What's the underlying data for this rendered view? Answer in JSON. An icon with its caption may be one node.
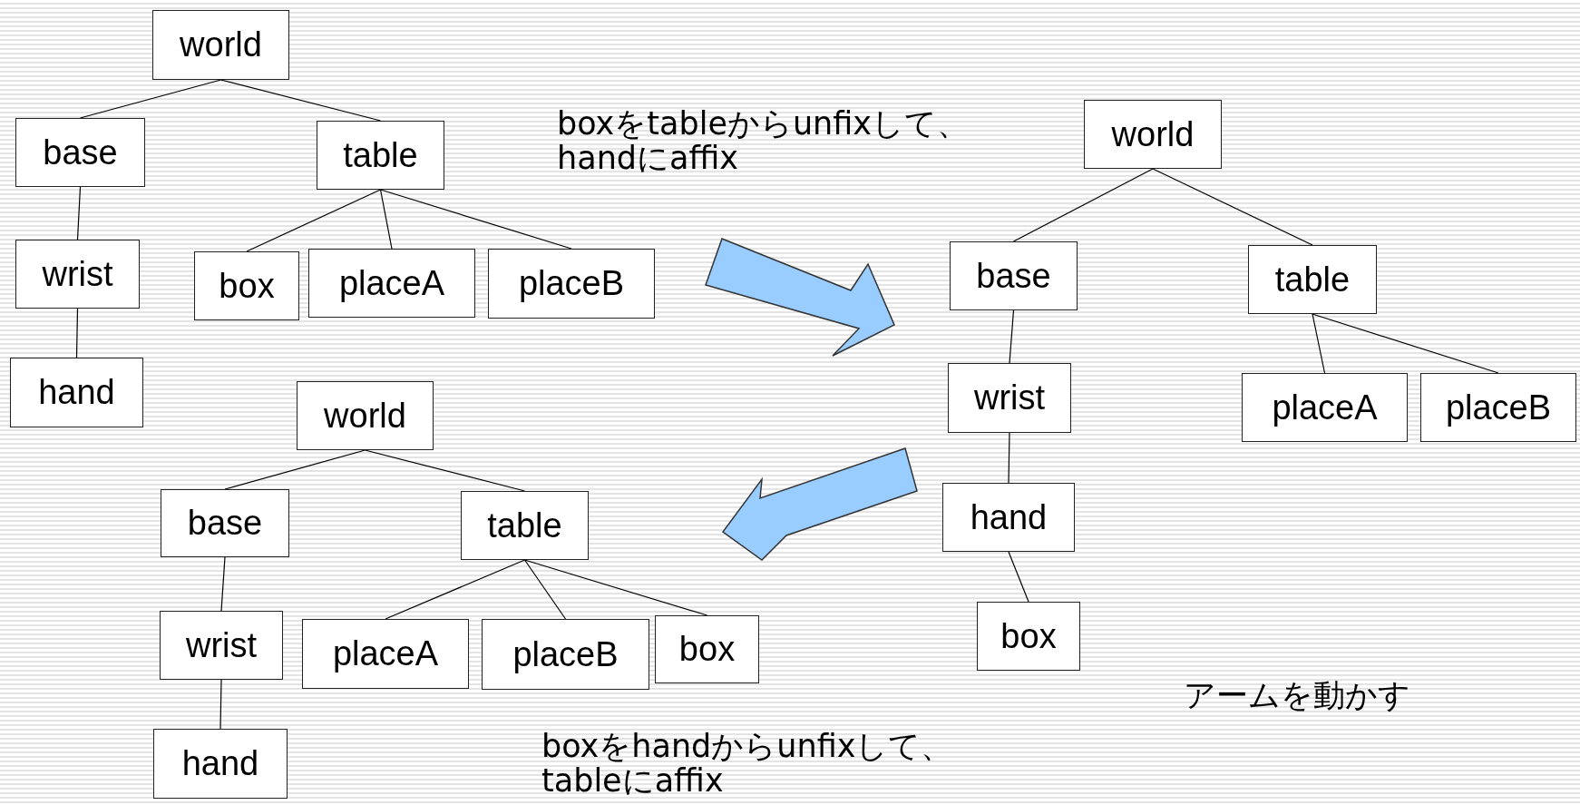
{
  "diagram": {
    "nodes": [
      {
        "text": [
          "world"
        ]
      },
      {
        "text": [
          "base"
        ]
      },
      {
        "text": [
          "table"
        ]
      },
      {
        "text": [
          "wrist"
        ]
      },
      {
        "text": [
          "box"
        ]
      },
      {
        "text": [
          "placeA"
        ]
      },
      {
        "text": [
          "placeB"
        ]
      },
      {
        "text": [
          "hand"
        ]
      },
      {
        "text": [
          "world"
        ]
      },
      {
        "text": [
          "base"
        ]
      },
      {
        "text": [
          "table"
        ]
      },
      {
        "text": [
          "wrist"
        ]
      },
      {
        "text": [
          "placeA"
        ]
      },
      {
        "text": [
          "placeB"
        ]
      },
      {
        "text": [
          "hand"
        ]
      },
      {
        "text": [
          "box"
        ]
      },
      {
        "text": [
          "world"
        ]
      },
      {
        "text": [
          "base"
        ]
      },
      {
        "text": [
          "table"
        ]
      },
      {
        "text": [
          "wrist"
        ]
      },
      {
        "text": [
          "placeA"
        ]
      },
      {
        "text": [
          "placeB"
        ]
      },
      {
        "text": [
          "box"
        ]
      },
      {
        "text": [
          "hand"
        ]
      }
    ],
    "edges": [
      {
        "from": 0,
        "to": 1,
        "arrow": "none"
      },
      {
        "from": 0,
        "to": 2,
        "arrow": "none"
      },
      {
        "from": 1,
        "to": 3,
        "arrow": "none"
      },
      {
        "from": 3,
        "to": 7,
        "arrow": "none"
      },
      {
        "from": 2,
        "to": 4,
        "arrow": "none"
      },
      {
        "from": 2,
        "to": 5,
        "arrow": "none"
      },
      {
        "from": 2,
        "to": 6,
        "arrow": "none"
      },
      {
        "from": 8,
        "to": 9,
        "arrow": "none"
      },
      {
        "from": 8,
        "to": 10,
        "arrow": "none"
      },
      {
        "from": 9,
        "to": 11,
        "arrow": "none"
      },
      {
        "from": 11,
        "to": 14,
        "arrow": "none"
      },
      {
        "from": 14,
        "to": 15,
        "arrow": "none"
      },
      {
        "from": 10,
        "to": 12,
        "arrow": "none"
      },
      {
        "from": 10,
        "to": 13,
        "arrow": "none"
      },
      {
        "from": 16,
        "to": 17,
        "arrow": "none"
      },
      {
        "from": 16,
        "to": 18,
        "arrow": "none"
      },
      {
        "from": 17,
        "to": 19,
        "arrow": "none"
      },
      {
        "from": 19,
        "to": 23,
        "arrow": "none"
      },
      {
        "from": 18,
        "to": 20,
        "arrow": "none"
      },
      {
        "from": 18,
        "to": 21,
        "arrow": "none"
      },
      {
        "from": 18,
        "to": 22,
        "arrow": "none"
      }
    ],
    "labels": [
      "boxをtableからunfixして、handにaffix",
      "アームを動かす",
      "boxをhandからunfixして、tableにaffix"
    ]
  }
}
